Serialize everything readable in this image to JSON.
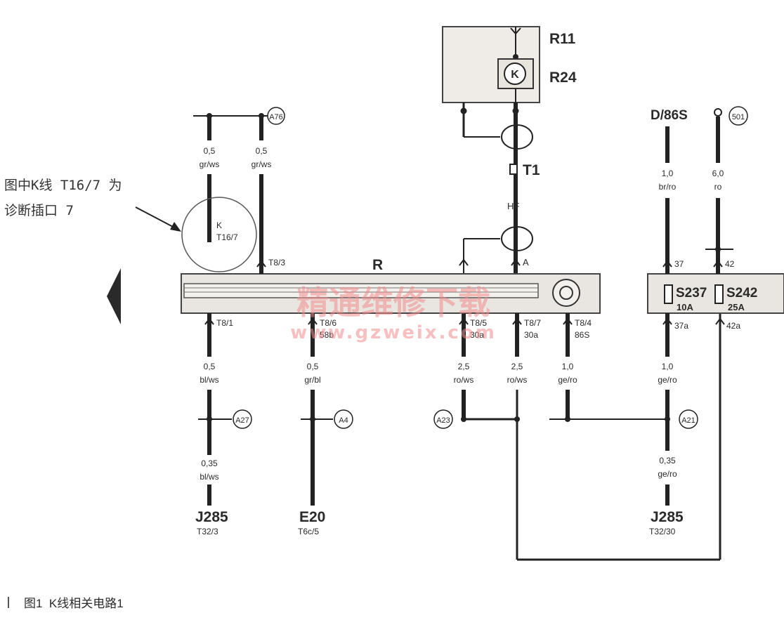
{
  "components": {
    "r11": "R11",
    "r24": "R24",
    "t1": "T1",
    "radio": "R",
    "d86s": "D/86S",
    "j285_left": "J285",
    "j285_left_pin": "T32/3",
    "e20": "E20",
    "e20_pin": "T6c/5",
    "j285_right": "J285",
    "j285_right_pin": "T32/30",
    "s237": "S237",
    "s237_rating": "10A",
    "s242": "S242",
    "s242_rating": "25A",
    "hf": "HF"
  },
  "points": {
    "a76": "A76",
    "a27": "A27",
    "a4": "A4",
    "a23": "A23",
    "a21": "A21",
    "p501": "501"
  },
  "wires": {
    "w1_size": "0,5",
    "w1_color": "gr/ws",
    "w2_size": "0,5",
    "w2_color": "gr/ws",
    "w3_size": "0,5",
    "w3_color": "bl/ws",
    "w4_size": "0,35",
    "w4_color": "bl/ws",
    "w5_size": "0,5",
    "w5_color": "gr/bl",
    "w6_size": "2,5",
    "w6_color": "ro/ws",
    "w7_size": "2,5",
    "w7_color": "ro/ws",
    "w8_size": "1,0",
    "w8_color": "ge/ro",
    "w9_size": "1,0",
    "w9_color": "br/ro",
    "w10_size": "6,0",
    "w10_color": "ro",
    "w11_size": "1,0",
    "w11_color": "ge/ro",
    "w12_size": "0,35",
    "w12_color": "ge/ro"
  },
  "pins": {
    "k_label": "K",
    "t16_7": "T16/7",
    "t8_3": "T8/3",
    "t8_1": "T8/1",
    "t8_6": "T8/6",
    "t8_6_sub": "58b",
    "t8_5": "T8/5",
    "t8_5_sub": "30a",
    "t8_7": "T8/7",
    "t8_7_sub": "30a",
    "t8_4": "T8/4",
    "t8_4_sub": "86S",
    "a_label": "A",
    "f37": "37",
    "f42": "42",
    "f37a": "37a",
    "f42a": "42a"
  },
  "annotation": {
    "line1": "图中K线 T16/7 为",
    "line2": "诊断插口 7"
  },
  "watermark": {
    "cn": "精通维修下载",
    "url": "www.gzweix.com"
  },
  "caption": "图1  K线相关电路1"
}
